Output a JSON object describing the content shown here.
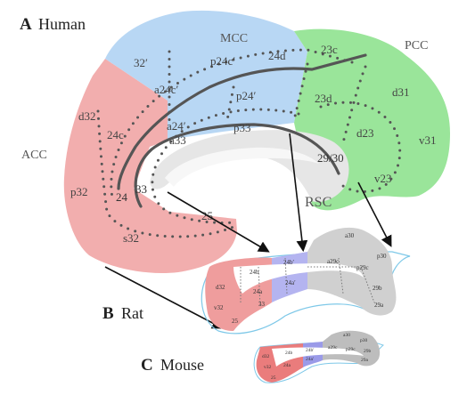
{
  "panels": {
    "human": {
      "letter": "A",
      "name": "Human"
    },
    "rat": {
      "letter": "B",
      "name": "Rat"
    },
    "mouse": {
      "letter": "C",
      "name": "Mouse"
    }
  },
  "human_regions": {
    "acc": "ACC",
    "mcc": "MCC",
    "pcc": "PCC",
    "rsc": "RSC"
  },
  "human_areas": {
    "d32": "d32",
    "c24": "24c",
    "p32": "p32",
    "a24": "24",
    "a33": "33",
    "a25": "25",
    "s32": "s32",
    "a32p": "32′",
    "p24cp": "p24c′",
    "a24d": "24d",
    "a24cp": "a24c′",
    "p24p": "p24′",
    "a24p": "a24′",
    "p33": "p33",
    "a33b": "a33",
    "a23c": "23c",
    "a23d": "23d",
    "d31": "d31",
    "d23": "d23",
    "v31": "v31",
    "v23": "v23",
    "a2930": "29/30"
  },
  "rat_areas": {
    "d32": "d32",
    "v32": "v32",
    "a25": "25",
    "a24b": "24b",
    "a24a": "24a",
    "a33": "33",
    "a24bp": "24b′",
    "a24ap": "24a′",
    "a30": "a30",
    "a29c": "a29c",
    "p29c": "p29c",
    "p30": "p30",
    "a29b": "29b",
    "a29a": "29a"
  },
  "mouse_areas": {
    "d32": "d32",
    "v32": "v32",
    "a25": "25",
    "a24b": "24b",
    "a24a": "24a",
    "a24bp": "24b′",
    "a24ap": "24a′",
    "a30": "a30",
    "a29c": "a29c",
    "p29c": "p29c",
    "p30": "p30",
    "a29b": "29b",
    "a29a": "29a"
  },
  "colors": {
    "acc": "#f2aeae",
    "mcc": "#b8d7f4",
    "pcc": "#9ae59a",
    "rsc": "#e6e6e6",
    "rat_acc": "#ef9d9d",
    "rat_mcc": "#b4b4f0",
    "rat_rsc": "#d0d0d0",
    "mouse_acc": "#ea7c7c",
    "mouse_mcc": "#9a9ae8",
    "mouse_rsc": "#bdbdbd",
    "outline": "#7ec8e8"
  }
}
